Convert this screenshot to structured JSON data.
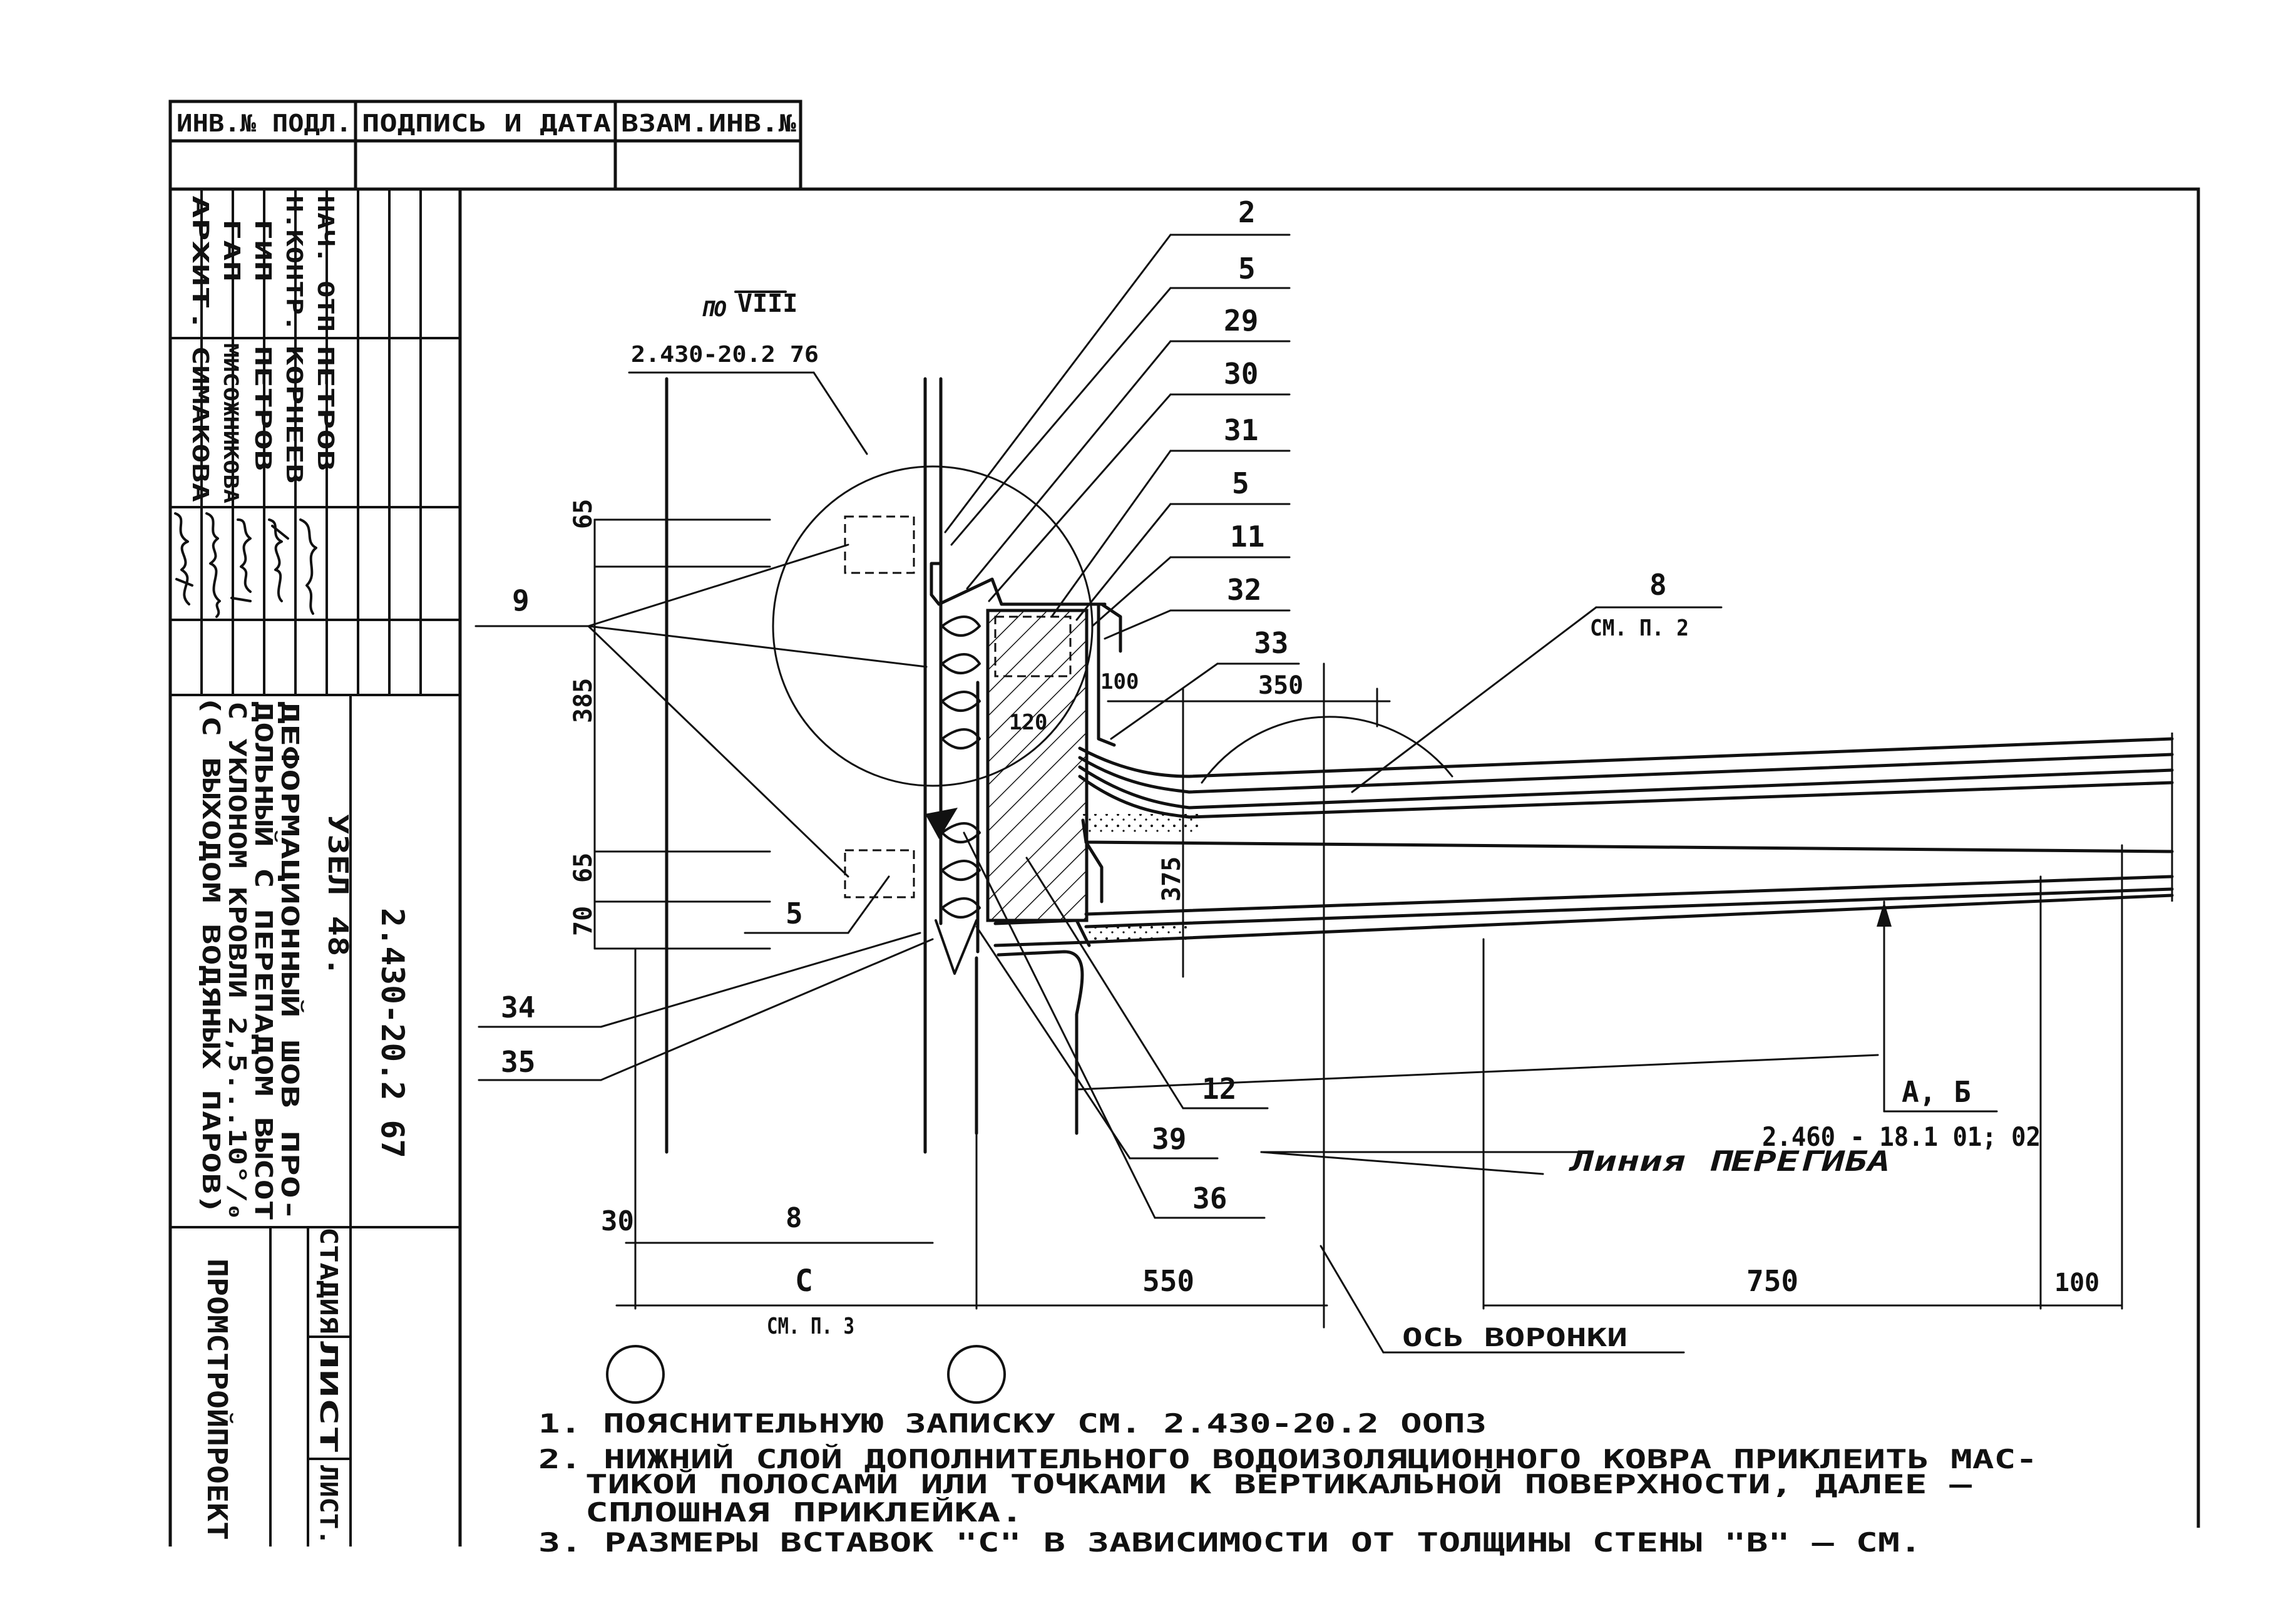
{
  "stamp_top": {
    "col1": "ИНВ.№ ПОДЛ.",
    "col2": "ПОДПИСЬ И ДАТА",
    "col3": "ВЗАМ.ИНВ.№"
  },
  "signatures": {
    "roles": [
      "НАЧ. ОТП",
      "Н.КОНТР.",
      "ГИП",
      "ГАП",
      "АРХИТ."
    ],
    "names": [
      "ПЕТРОВ",
      "КОРНЕЕВ",
      "ПЕТРОВ",
      "МИСОЖНИКОВА",
      "СИМАКОВА"
    ]
  },
  "title_block": {
    "node": "УЗЕЛ 48.",
    "desc_line1": "ДЕФОРМАЦИОННЫЙ ШОВ ПРО-",
    "desc_line2": "ДОЛЬНЫЙ С ПЕРЕПАДОМ ВЫСОТ",
    "desc_line3": "С УКЛОНОМ КРОВЛИ 2,5...10°/₀",
    "desc_line4": "(С ВЫХОДОМ ВОДЯНЫХ ПАРОВ)",
    "doc_code": "2.430-20.2 67",
    "org": "ПРОМСТРОЙПРОЕКТ",
    "stage_label": "СТАДИЯ",
    "sheet_label": "ЛИСТ",
    "sheets_label": "ЛИСТ."
  },
  "drawing": {
    "ref_po": "ПО",
    "ref_roman": "VIII",
    "ref_code": "2.430-20.2 76",
    "callouts": [
      "2",
      "5",
      "29",
      "30",
      "31",
      "5",
      "11",
      "32",
      "33",
      "8",
      "9",
      "5",
      "34",
      "35",
      "12",
      "39",
      "36"
    ],
    "sm_p2": "СМ. П. 2",
    "dims_vertical": [
      "65",
      "385",
      "65",
      "70",
      "375"
    ],
    "dims_local": [
      "100",
      "120",
      "350"
    ],
    "dim_30": "30",
    "dim_8": "8",
    "dim_c": "С",
    "sm_p3": "СМ. П. 3",
    "dim_550": "550",
    "dim_750": "750",
    "dim_100": "100",
    "ab_label": "А, Б",
    "ab_code": "2.460 - 18.1 01; 02",
    "bend_line": "Линия ПЕРЕГИБА",
    "funnel_axis": "ОСЬ ВОРОНКИ"
  },
  "notes": [
    "1. ПОЯСНИТЕЛЬНУЮ ЗАПИСКУ СМ. 2.430-20.2 ООПЗ",
    "2. НИЖНИЙ СЛОЙ ДОПОЛНИТЕЛЬНОГО ВОДОИЗОЛЯЦИОННОГО КОВРА ПРИКЛЕИТЬ МАС-",
    "ТИКОЙ ПОЛОСАМИ ИЛИ ТОЧКАМИ К ВЕРТИКАЛЬНОЙ ПОВЕРХНОСТИ, ДАЛЕЕ —",
    "СПЛОШНАЯ ПРИКЛЕЙКА.",
    "3. РАЗМЕРЫ ВСТАВОК \"С\" В ЗАВИСИМОСТИ ОТ ТОЛЩИНЫ СТЕНЫ \"В\" — СМ."
  ]
}
